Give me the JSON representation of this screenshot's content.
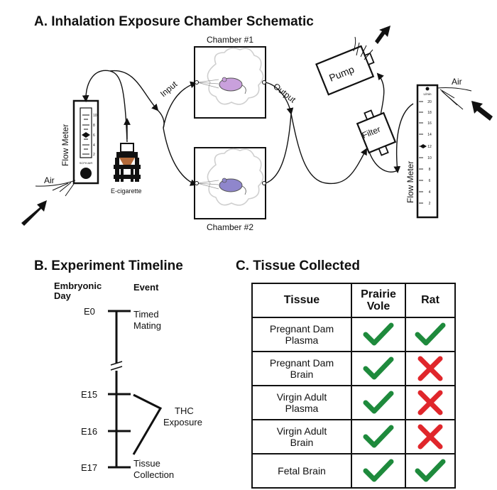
{
  "section_a": {
    "title": "A. Inhalation Exposure Chamber Schematic",
    "chamber1": "Chamber #1",
    "chamber2": "Chamber #2",
    "input": "Input",
    "output": "Output",
    "pump": "Pump",
    "filter": "Filter",
    "flow_meter_left": "Flow Meter",
    "flow_meter_right": "Flow Meter",
    "air_left": "Air",
    "air_right": "Air",
    "ecig": "E-cigarette",
    "left_meter_ticks": [
      "10",
      "8",
      "6",
      "4",
      "2"
    ],
    "left_meter_caption": "SCFH AIR",
    "right_meter_unit": "L/min",
    "right_meter_ticks": [
      "20",
      "18",
      "16",
      "14",
      "12",
      "10",
      "8",
      "6",
      "4",
      "2"
    ]
  },
  "section_b": {
    "title": "B. Experiment Timeline",
    "col_day": "Embryonic Day",
    "col_day_line1": "Embryonic",
    "col_day_line2": "Day",
    "col_event": "Event",
    "days": [
      "E0",
      "E15",
      "E16",
      "E17"
    ],
    "event_timed_1": "Timed",
    "event_timed_2": "Mating",
    "event_thc_1": "THC",
    "event_thc_2": "Exposure",
    "event_tissue_1": "Tissue",
    "event_tissue_2": "Collection"
  },
  "section_c": {
    "title": "C. Tissue Collected",
    "headers": [
      "Tissue",
      "Prairie Vole",
      "Rat"
    ],
    "rows": [
      {
        "tissue_1": "Pregnant Dam",
        "tissue_2": "Plasma",
        "vole": "check",
        "rat": "check"
      },
      {
        "tissue_1": "Pregnant Dam",
        "tissue_2": "Brain",
        "vole": "check",
        "rat": "cross"
      },
      {
        "tissue_1": "Virgin Adult",
        "tissue_2": "Plasma",
        "vole": "check",
        "rat": "cross"
      },
      {
        "tissue_1": "Virgin Adult",
        "tissue_2": "Brain",
        "vole": "check",
        "rat": "cross"
      },
      {
        "tissue_1": "Fetal Brain",
        "tissue_2": "",
        "vole": "check",
        "rat": "check"
      }
    ],
    "colors": {
      "check": "#1e8a3c",
      "cross": "#e0262b"
    }
  }
}
